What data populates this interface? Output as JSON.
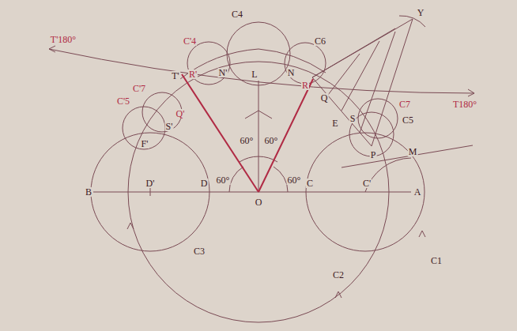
{
  "diagram": {
    "labels": [
      "T'180°",
      "T180°",
      "C4",
      "C'4",
      "C6",
      "C'7",
      "C'5",
      "C7",
      "C5",
      "L",
      "T'",
      "R'",
      "N'",
      "N",
      "R",
      "Q",
      "Y",
      "E",
      "S",
      "P",
      "F'",
      "S'",
      "Q'",
      "B",
      "D'",
      "D",
      "O",
      "C",
      "C'",
      "A",
      "M",
      "60°",
      "60°",
      "60°",
      "60°",
      "C3",
      "C2",
      "C1"
    ]
  }
}
